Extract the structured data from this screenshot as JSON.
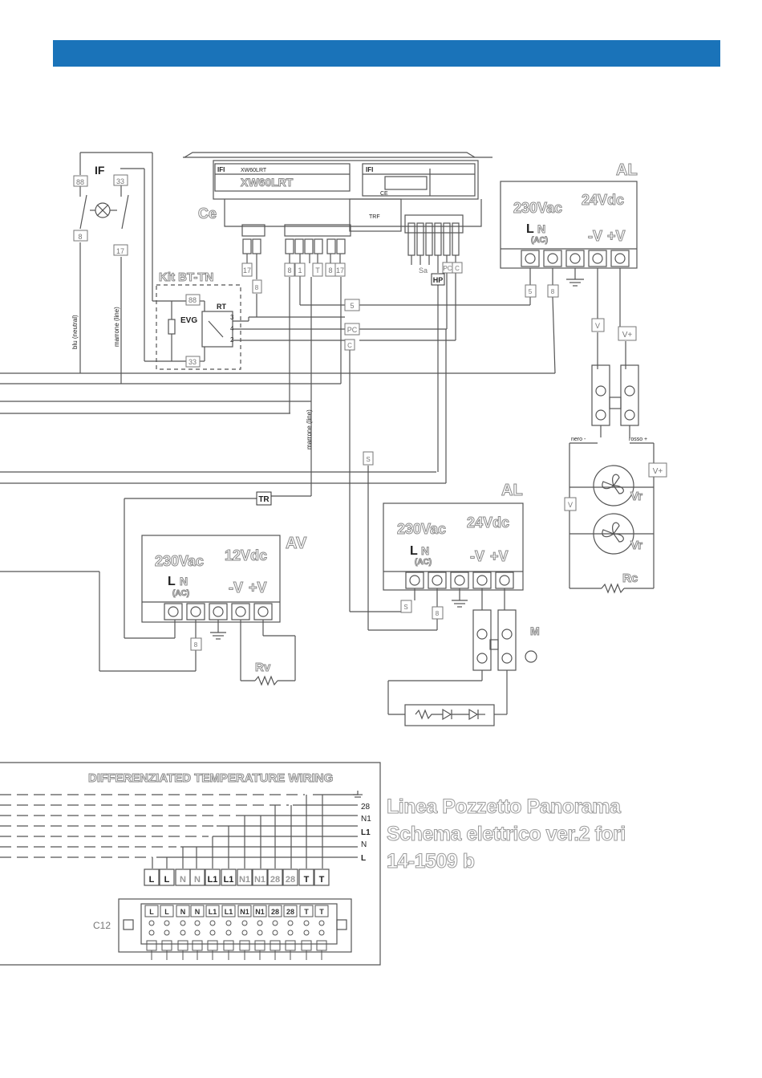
{
  "header": {
    "color": "#1a73b9"
  },
  "controller": {
    "label": "Ce",
    "model_left": "XW60LRT",
    "model_label": "XW60LRT",
    "brand": "IFI",
    "trf": "TRF",
    "ce_mark": "CE",
    "terminals": [
      "17",
      "8",
      "1",
      "T",
      "8",
      "17"
    ]
  },
  "if_block": {
    "label": "IF",
    "term_top_left": "88",
    "term_top_right": "33",
    "term_bottom_left": "8",
    "term_bottom_right": "17",
    "wire_blu": "blu (neutral)",
    "wire_marrone": "marrone (line)"
  },
  "kit": {
    "label": "Kit BT-TN",
    "term_top": "88",
    "term_bottom": "33",
    "evg": "EVG",
    "rt": "RT",
    "contacts": [
      "3",
      "4",
      "2"
    ],
    "wire_label": "8"
  },
  "sensors": {
    "label": "Sa",
    "hp": "HP",
    "pc": "PC",
    "tags": [
      "5",
      "PC",
      "C",
      "S"
    ]
  },
  "al_top": {
    "label": "AL",
    "vac": "230Vac",
    "vdc": "24Vdc",
    "l": "L",
    "n": "N",
    "ac": "(AC)",
    "minus_v": "-V",
    "plus_v": "+V",
    "tag_left": "5",
    "tag_right": "8"
  },
  "fans": {
    "v_minus": "V",
    "v_plus": "V+",
    "nero": "nero -",
    "rosso": "rosso +",
    "vr1": "Vr",
    "vr2": "Vr",
    "rc": "Rc",
    "v_left": "V",
    "v_right": "V+"
  },
  "marrone_mid": "marrone (line)",
  "tr_tag": "TR",
  "av": {
    "label": "AV",
    "vac": "230Vac",
    "vdc": "12Vdc",
    "l": "L",
    "n": "N",
    "ac": "(AC)",
    "minus_v": "-V",
    "plus_v": "+V",
    "tag": "8",
    "rv": "Rv"
  },
  "al_bottom": {
    "label": "AL",
    "vac": "230Vac",
    "vdc": "24Vdc",
    "l": "L",
    "n": "N",
    "ac": "(AC)",
    "minus_v": "-V",
    "plus_v": "+V",
    "tag_left": "S",
    "tag_right": "8",
    "m": "M"
  },
  "differentiated": {
    "title": "DIFFERENZIATED TEMPERATURE WIRING",
    "lines": [
      "28",
      "N1",
      "L1",
      "N",
      "L"
    ],
    "upper_terms": [
      "L",
      "L",
      "N",
      "N",
      "L1",
      "L1",
      "N1",
      "N1",
      "28",
      "28",
      "T",
      "T"
    ],
    "c12": "C12"
  },
  "title_block": {
    "line1": "Linea Pozzetto Panorama",
    "line2": "Schema elettrico ver.2 fori",
    "line3": "14-1509 b"
  }
}
